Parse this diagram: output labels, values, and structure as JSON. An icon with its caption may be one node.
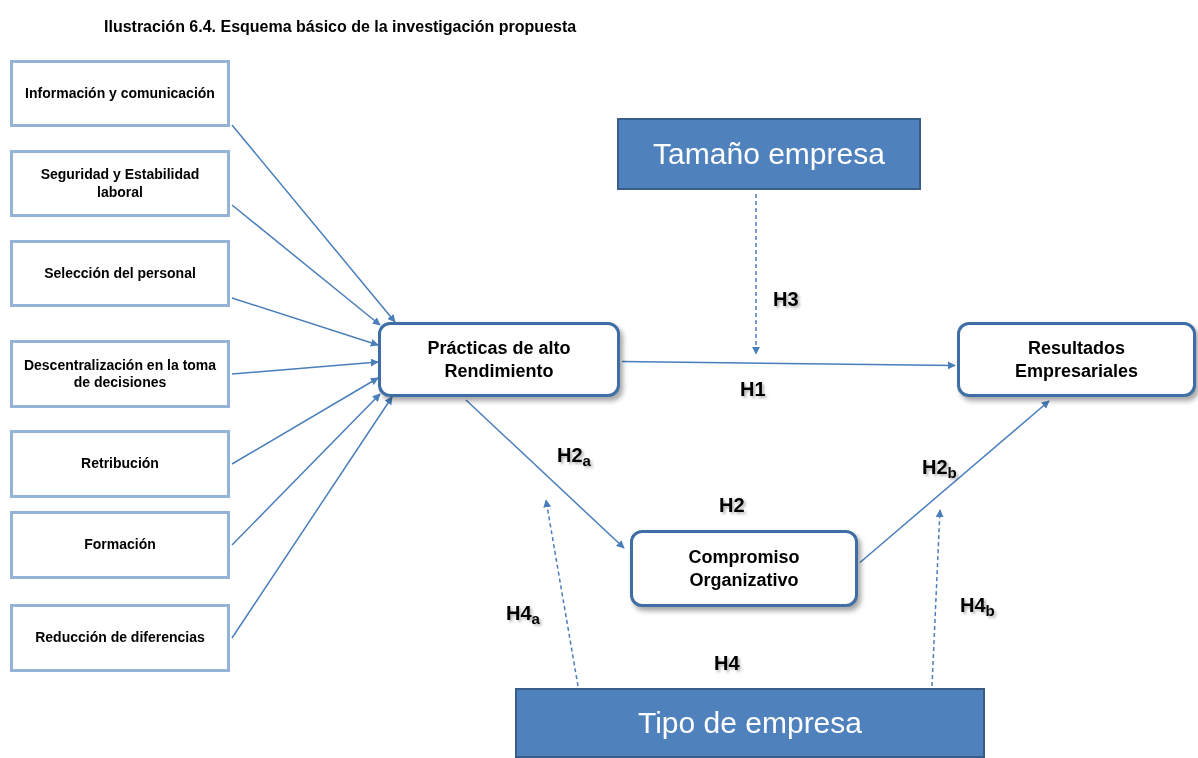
{
  "diagram": {
    "title": "Ilustración 6.4. Esquema básico de la investigación propuesta",
    "nodes": [
      {
        "text": [
          "Información y comunicación"
        ]
      },
      {
        "text": [
          "Seguridad y Estabilidad laboral"
        ]
      },
      {
        "text": [
          "Selección del personal"
        ]
      },
      {
        "text": [
          "Descentralización en la toma de decisiones"
        ]
      },
      {
        "text": [
          "Retribución"
        ]
      },
      {
        "text": [
          "Formación"
        ]
      },
      {
        "text": [
          "Reducción de diferencias"
        ]
      },
      {
        "text": [
          "Prácticas de alto Rendimiento"
        ]
      },
      {
        "text": [
          "Tamaño empresa"
        ]
      },
      {
        "text": [
          "Resultados Empresariales"
        ]
      },
      {
        "text": [
          "Compromiso Organizativo"
        ]
      },
      {
        "text": [
          "Tipo de empresa"
        ]
      }
    ],
    "edges": [
      {
        "from": 0,
        "to": 7,
        "arrow": "to"
      },
      {
        "from": 1,
        "to": 7,
        "arrow": "to"
      },
      {
        "from": 2,
        "to": 7,
        "arrow": "to"
      },
      {
        "from": 3,
        "to": 7,
        "arrow": "to"
      },
      {
        "from": 4,
        "to": 7,
        "arrow": "to"
      },
      {
        "from": 5,
        "to": 7,
        "arrow": "to"
      },
      {
        "from": 6,
        "to": 7,
        "arrow": "to"
      },
      {
        "from": 7,
        "to": 9,
        "arrow": "to"
      },
      {
        "from": 8,
        "to": null,
        "arrow": "to",
        "style": "dashed"
      },
      {
        "from": 7,
        "to": 10,
        "arrow": "to"
      },
      {
        "from": 10,
        "to": 9,
        "arrow": "to"
      },
      {
        "from": 11,
        "to": null,
        "arrow": "to",
        "style": "dashed"
      },
      {
        "from": 11,
        "to": null,
        "arrow": "to",
        "style": "dashed"
      }
    ],
    "labels": [
      "H3",
      "H1",
      "H2$_{a}$",
      "H2",
      "H2$_{b}$",
      "H4$_{a}$",
      "H4$_{b}$",
      "H4"
    ]
  }
}
